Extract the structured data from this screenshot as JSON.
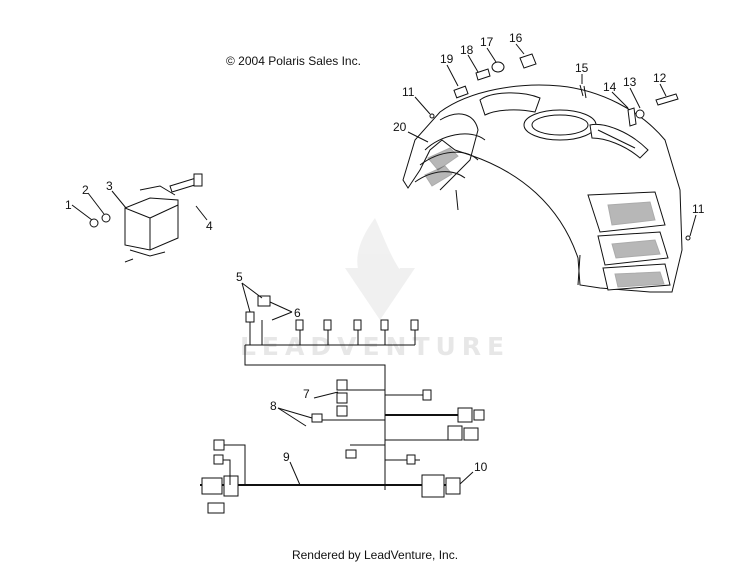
{
  "copyright": "© 2004 Polaris Sales Inc.",
  "footer": "Rendered by LeadVenture, Inc.",
  "watermark": "LEADVENTURE",
  "callouts": {
    "c1": "1",
    "c2": "2",
    "c3": "3",
    "c4": "4",
    "c5": "5",
    "c6": "6",
    "c7": "7",
    "c8": "8",
    "c9": "9",
    "c10": "10",
    "c11a": "11",
    "c11b": "11",
    "c12": "12",
    "c13": "13",
    "c14": "14",
    "c15": "15",
    "c16": "16",
    "c17": "17",
    "c18": "18",
    "c19": "19",
    "c20": "20"
  }
}
